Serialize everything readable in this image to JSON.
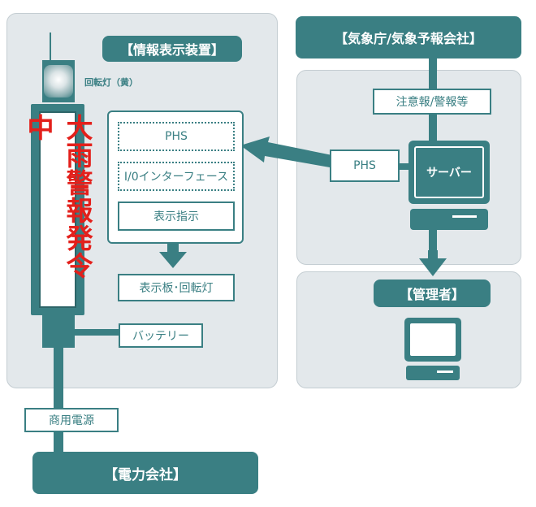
{
  "colors": {
    "teal": "#3a7f83",
    "panel": "#e3e8eb",
    "panel_border": "#c4cdd2",
    "sign_text": "#e3201b",
    "white": "#ffffff"
  },
  "left_panel": {
    "title": "【情報表示装置】",
    "lamp_label": "回転灯（黄）",
    "sign_text": "大雨警報発令中",
    "device": {
      "phs": "PHS",
      "io": "I/0インターフェース",
      "display_instruction": "表示指示"
    },
    "output_label": "表示板･回転灯",
    "battery_label": "バッテリー"
  },
  "commercial_power_label": "商用電源",
  "power_company_title": "【電力会社】",
  "weather_agency_title": "【気象庁/気象予報会社】",
  "right_panel": {
    "warnings_label": "注意報/警報等",
    "phs_label": "PHS",
    "server_label": "サーバー",
    "admin_title": "【管理者】"
  },
  "icons": {
    "lamp": "rotating-lamp-icon",
    "server": "server-monitor-icon",
    "admin_pc": "computer-icon",
    "arrows": "arrow-icon"
  }
}
